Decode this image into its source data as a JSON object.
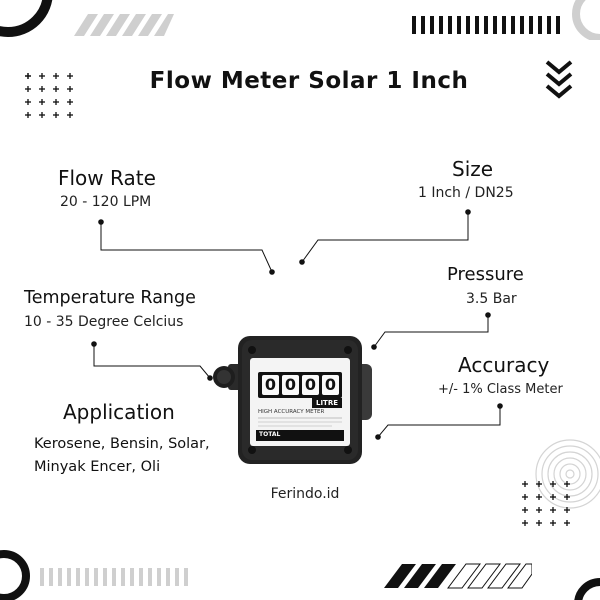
{
  "title": "Flow Meter Solar 1 Inch",
  "specs": {
    "flow_rate": {
      "heading": "Flow Rate",
      "value": "20 - 120 LPM"
    },
    "size": {
      "heading": "Size",
      "value": "1 Inch / DN25"
    },
    "pressure": {
      "heading": "Pressure",
      "value": "3.5 Bar"
    },
    "temperature": {
      "heading": "Temperature Range",
      "value": "10 - 35 Degree Celcius"
    },
    "accuracy": {
      "heading": "Accuracy",
      "value": "+/- 1% Class Meter"
    },
    "application": {
      "heading": "Application",
      "line1": "Kerosene,  Bensin,  Solar,",
      "line2": "Minyak Encer, Oli"
    }
  },
  "meter": {
    "digits": [
      "0",
      "0",
      "0",
      "0"
    ],
    "unit": "LITRE",
    "model_label": "HIGH ACCURACY METER",
    "total_label": "TOTAL"
  },
  "brand": "Ferindo.id",
  "colors": {
    "ink": "#111111",
    "stripe": "#c8c8c8",
    "meter_body": "#222222"
  }
}
